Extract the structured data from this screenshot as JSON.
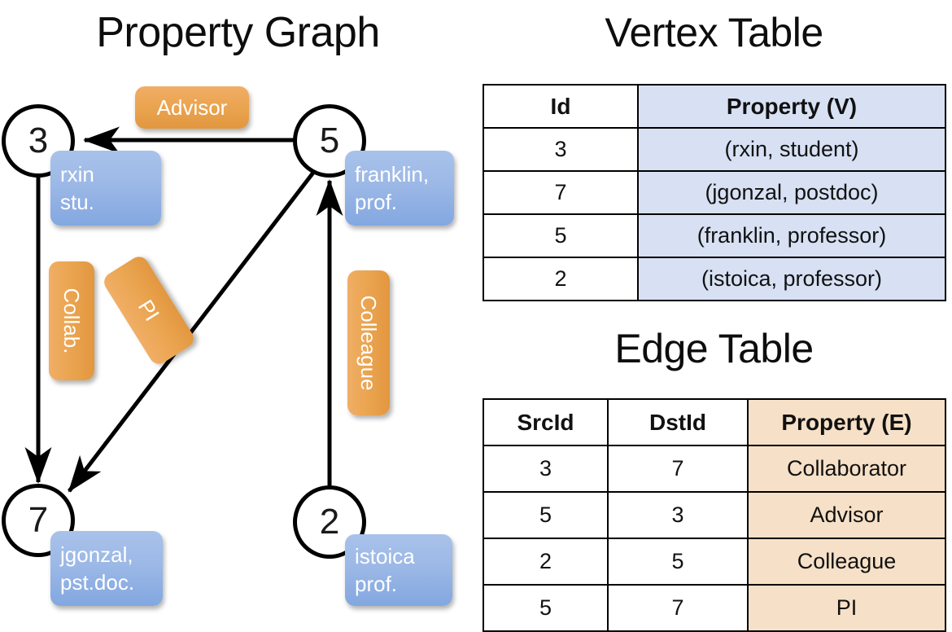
{
  "titles": {
    "property_graph": "Property Graph",
    "vertex_table": "Vertex Table",
    "edge_table": "Edge Table"
  },
  "graph": {
    "nodes": [
      {
        "id": "3",
        "label": "3",
        "property": "rxin\nstu."
      },
      {
        "id": "5",
        "label": "5",
        "property": "franklin,\nprof."
      },
      {
        "id": "7",
        "label": "7",
        "property": "jgonzal,\npst.doc."
      },
      {
        "id": "2",
        "label": "2",
        "property": "istoica\nprof."
      }
    ],
    "edge_labels": [
      {
        "name": "advisor",
        "text": "Advisor",
        "orientation": "horizontal"
      },
      {
        "name": "collab",
        "text": "Collab.",
        "orientation": "vertical"
      },
      {
        "name": "pi",
        "text": "PI",
        "orientation": "diagonal"
      },
      {
        "name": "colleague",
        "text": "Colleague",
        "orientation": "vertical"
      }
    ]
  },
  "vertex_table": {
    "headers": [
      "Id",
      "Property (V)"
    ],
    "rows": [
      {
        "id": "3",
        "property": "(rxin, student)"
      },
      {
        "id": "7",
        "property": "(jgonzal, postdoc)"
      },
      {
        "id": "5",
        "property": "(franklin, professor)"
      },
      {
        "id": "2",
        "property": "(istoica, professor)"
      }
    ]
  },
  "edge_table": {
    "headers": [
      "SrcId",
      "DstId",
      "Property (E)"
    ],
    "rows": [
      {
        "src": "3",
        "dst": "7",
        "property": "Collaborator"
      },
      {
        "src": "5",
        "dst": "3",
        "property": "Advisor"
      },
      {
        "src": "2",
        "dst": "5",
        "property": "Colleague"
      },
      {
        "src": "5",
        "dst": "7",
        "property": "PI"
      }
    ]
  },
  "colors": {
    "vertex_cell": "#d7e1f3",
    "edge_cell": "#f6e0c7",
    "node_property_box": "#9cb8e6",
    "edge_label_box": "#eba551",
    "stroke": "#000000"
  }
}
